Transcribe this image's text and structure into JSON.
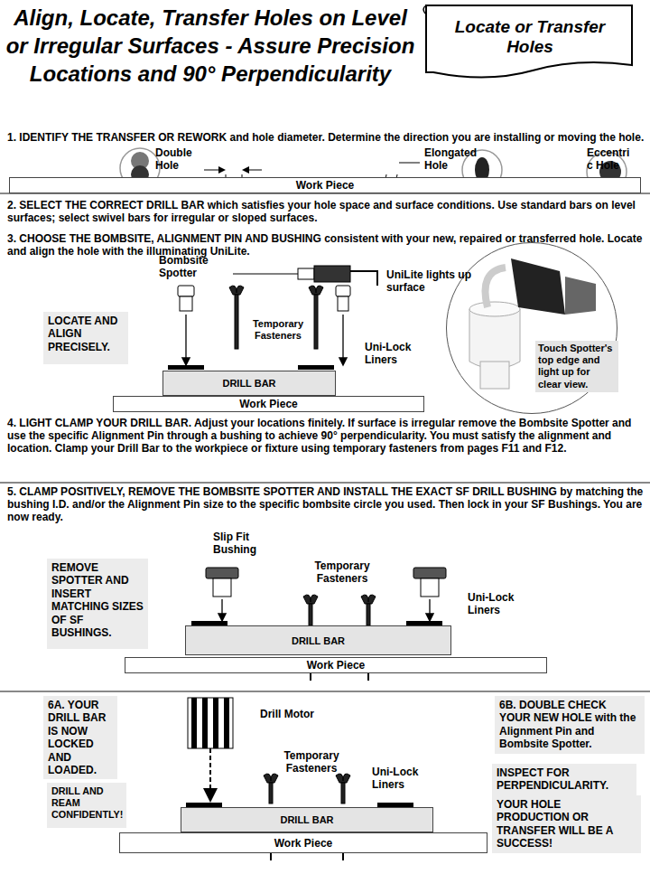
{
  "diagram": {
    "title": "Align, Locate, Transfer Holes on Level or Irregular Surfaces - Assure Precision Locations and 90° Perpendicularity",
    "nodes": [
      {
        "text": [
          "Locate or Transfer Holes"
        ]
      },
      {
        "text": [
          "Work Piece"
        ]
      },
      {
        "text": [
          "LOCATE AND ALIGN PRECISELY."
        ]
      },
      {
        "text": [
          "DRILL BAR"
        ]
      },
      {
        "text": [
          "Work Piece"
        ]
      },
      {
        "text": [
          "Touch Spotter's top edge and light up for clear view."
        ]
      },
      {
        "text": [
          "REMOVE SPOTTER AND INSERT MATCHING SIZES OF SF BUSHINGS."
        ]
      },
      {
        "text": [
          "DRILL BAR"
        ]
      },
      {
        "text": [
          "Work Piece"
        ]
      },
      {
        "text": [
          "6A. YOUR DRILL BAR IS NOW LOCKED AND LOADED."
        ]
      },
      {
        "text": [
          "DRILL AND REAM CONFIDENTLY!"
        ]
      },
      {
        "text": [
          "6B. DOUBLE CHECK YOUR NEW HOLE with the Alignment Pin and Bombsite Spotter."
        ]
      },
      {
        "text": [
          "INSPECT FOR PERPENDICULARITY."
        ]
      },
      {
        "text": [
          "YOUR HOLE PRODUCTION OR TRANSFER WILL BE A SUCCESS!"
        ]
      },
      {
        "text": [
          "DRILL BAR"
        ]
      },
      {
        "text": [
          "Work Piece"
        ]
      }
    ],
    "labels": [
      "1. IDENTIFY THE TRANSFER OR REWORK and hole diameter. Determine the direction you are installing or moving the hole.",
      "Double Hole",
      "Elongated Hole",
      "Eccentri c Hole",
      "2. SELECT THE CORRECT DRILL BAR which satisfies your hole space and surface conditions. Use standard bars on level surfaces; select swivel bars for irregular or sloped surfaces.",
      "3. CHOOSE THE BOMBSITE, ALIGNMENT PIN AND BUSHING consistent with your new, repaired or transferred hole. Locate and align the hole with the illuminating UniLite.",
      "Bombsite Spotter",
      "UniLite lights up surface",
      "Temporary Fasteners",
      "Uni-Lock Liners",
      "4. LIGHT CLAMP YOUR DRILL BAR. Adjust your locations finitely. If surface is irregular remove the Bombsite Spotter and use the specific Alignment Pin through a bushing to achieve 90° perpendicularity. You must satisfy the alignment and location. Clamp your Drill Bar to the workpiece or fixture using temporary fasteners from pages F11 and F12.",
      "5. CLAMP POSITIVELY, REMOVE THE BOMBSITE SPOTTER AND INSTALL THE EXACT SF DRILL BUSHING by matching the bushing I.D. and/or the Alignment Pin size to the specific bombsite circle you used. Then lock in your SF Bushings. You are now ready.",
      "Slip Fit Bushing",
      "Temporary Fasteners",
      "Uni-Lock Liners",
      "Drill Motor",
      "Temporary Fasteners",
      "Uni-Lock Liners"
    ]
  }
}
